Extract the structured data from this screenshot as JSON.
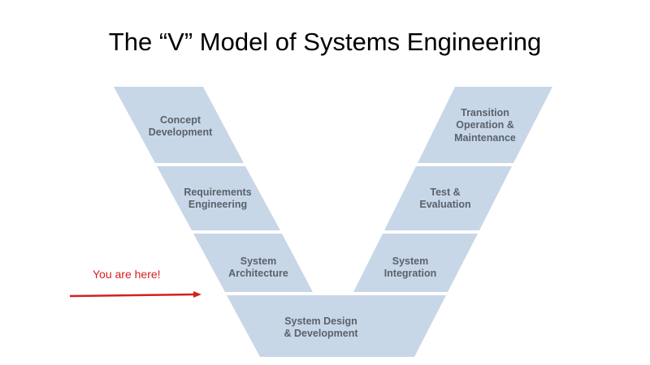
{
  "title": "The “V” Model of Systems Engineering",
  "annotation": {
    "text": "You are here!",
    "color": "#d42020"
  },
  "stages": {
    "concept": [
      "Concept",
      "Development"
    ],
    "requirements": [
      "Requirements",
      "Engineering"
    ],
    "architecture": [
      "System",
      "Architecture"
    ],
    "design": [
      "System Design",
      "& Development"
    ],
    "integration": [
      "System",
      "Integration"
    ],
    "test": [
      "Test &",
      "Evaluation"
    ],
    "transition": [
      "Transition",
      "Operation &",
      "Maintenance"
    ]
  },
  "colors": {
    "band": "#c8d7e7",
    "label": "#5a616b"
  }
}
